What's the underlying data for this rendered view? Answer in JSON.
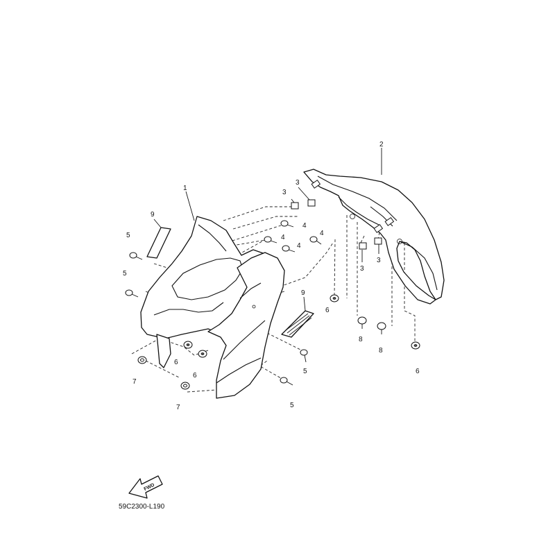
{
  "diagram_code": "59C2300-L190",
  "fwd_label": "FWD",
  "callouts": [
    {
      "id": "c1",
      "label": "1"
    },
    {
      "id": "c2",
      "label": "2"
    },
    {
      "id": "c3a",
      "label": "3"
    },
    {
      "id": "c3b",
      "label": "3"
    },
    {
      "id": "c3c",
      "label": "3"
    },
    {
      "id": "c3d",
      "label": "3"
    },
    {
      "id": "c4a",
      "label": "4"
    },
    {
      "id": "c4b",
      "label": "4"
    },
    {
      "id": "c4c",
      "label": "4"
    },
    {
      "id": "c4d",
      "label": "4"
    },
    {
      "id": "c5a",
      "label": "5"
    },
    {
      "id": "c5b",
      "label": "5"
    },
    {
      "id": "c5c",
      "label": "5"
    },
    {
      "id": "c5d",
      "label": "5"
    },
    {
      "id": "c6a",
      "label": "6"
    },
    {
      "id": "c6b",
      "label": "6"
    },
    {
      "id": "c6c",
      "label": "6"
    },
    {
      "id": "c6d",
      "label": "6"
    },
    {
      "id": "c7a",
      "label": "7"
    },
    {
      "id": "c7b",
      "label": "7"
    },
    {
      "id": "c8a",
      "label": "8"
    },
    {
      "id": "c8b",
      "label": "8"
    },
    {
      "id": "c9a",
      "label": "9"
    },
    {
      "id": "c9b",
      "label": "9"
    }
  ]
}
